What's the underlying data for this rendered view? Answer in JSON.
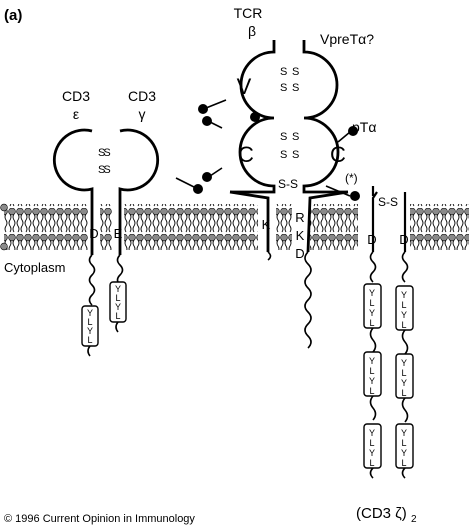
{
  "panel_label": "(a)",
  "chains": {
    "cd3_epsilon": {
      "line1": "CD3",
      "line2": "ε"
    },
    "cd3_gamma": {
      "line1": "CD3",
      "line2": "γ"
    },
    "tcr_beta": {
      "line1": "TCR",
      "line2": "β"
    },
    "vpretalpha": "VpreTα?",
    "ptalpha": "pTα",
    "cd3_zeta": "(CD3 ζ)",
    "cd3_zeta_sub": "2"
  },
  "domains": {
    "v": "V",
    "c": "C"
  },
  "disulfide": {
    "s": "S",
    "ss": "S-S"
  },
  "residues": {
    "d": "D",
    "e": "E",
    "k": "K",
    "r": "R",
    "star": "(*)"
  },
  "itam": {
    "y1": "Y",
    "l1": "L",
    "y2": "Y",
    "l2": "L"
  },
  "cytoplasm": "Cytoplasm",
  "copyright": "© 1996 Current Opinion in Immunology",
  "colors": {
    "ink": "#000000",
    "head": "#8a8a8a",
    "paper": "#ffffff"
  }
}
